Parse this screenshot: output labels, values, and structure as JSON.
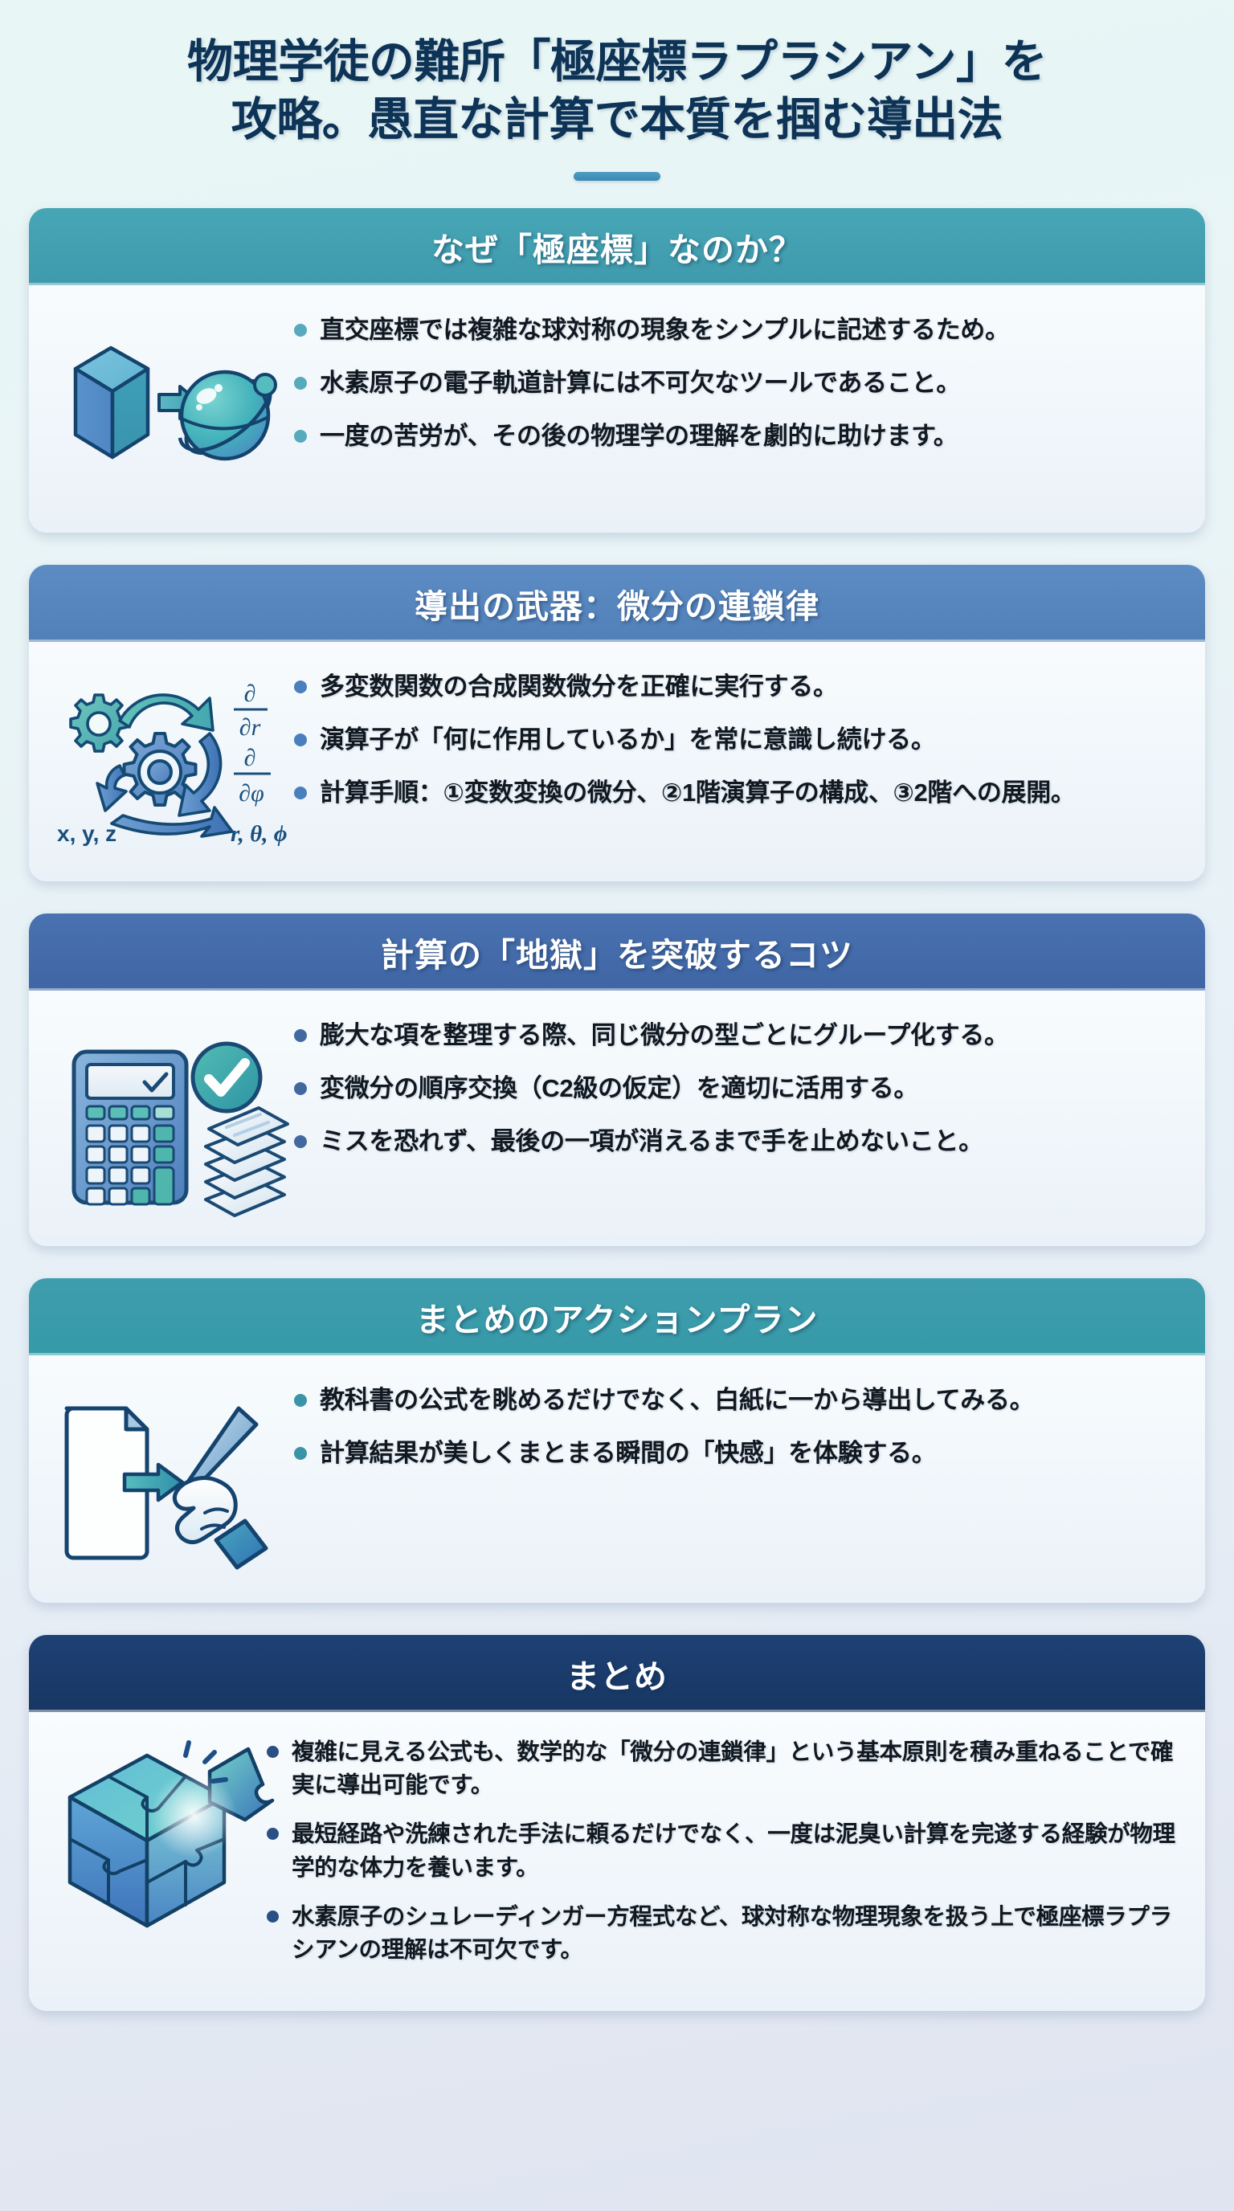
{
  "title": {
    "line1": "物理学徒の難所「極座標ラプラシアン」を",
    "line2": "攻略。愚直な計算で本質を掴む導出法"
  },
  "theme": {
    "title_color": "#0d3356",
    "rule_color": "#3d88b4",
    "page_bg_top": "#e8f6f5",
    "page_bg_bottom": "#dfe4f0"
  },
  "cards": [
    {
      "id": "why-polar",
      "heading": "なぜ「極座標」なのか？",
      "header_color": "#3f9fb0",
      "bullet_color": "#57a9bc",
      "icon": "cube-to-sphere-icon",
      "bullets": [
        "直交座標では複雑な球対称の現象をシンプルに記述するため。",
        "水素原子の電子軌道計算には不可欠なツールであること。",
        "一度の苦労が、その後の物理学の理解を劇的に助けます。"
      ]
    },
    {
      "id": "chain-rule",
      "heading": "導出の武器：微分の連鎖律",
      "header_color": "#5585bd",
      "bullet_color": "#4a7fbe",
      "icon": "gears-chain-rule-icon",
      "icon_labels": {
        "from": "x, y, z",
        "to": "r, θ, ϕ",
        "frac1_num": "∂",
        "frac1_den": "∂r",
        "frac2_num": "∂",
        "frac2_den": "∂φ"
      },
      "bullets": [
        "多変数関数の合成関数微分を正確に実行する。",
        "演算子が「何に作用しているか」を常に意識し続ける。",
        "計算手順：①変数変換の微分、②1階演算子の構成、③2階への展開。"
      ]
    },
    {
      "id": "calc-hell",
      "heading": "計算の「地獄」を突破するコツ",
      "header_color": "#4168a8",
      "bullet_color": "#41699f",
      "icon": "calculator-papers-check-icon",
      "bullets": [
        "膨大な項を整理する際、同じ微分の型ごとにグループ化する。",
        "変微分の順序交換（C2級の仮定）を適切に活用する。",
        "ミスを恐れず、最後の一項が消えるまで手を止めないこと。"
      ]
    },
    {
      "id": "action-plan",
      "heading": "まとめのアクションプラン",
      "header_color": "#3a97a8",
      "bullet_color": "#3a94a8",
      "icon": "paper-hand-pen-icon",
      "bullets": [
        "教科書の公式を眺めるだけでなく、白紙に一から導出してみる。",
        "計算結果が美しくまとまる瞬間の「快感」を体験する。"
      ]
    },
    {
      "id": "summary",
      "heading": "まとめ",
      "header_color": "#1b3a6b",
      "bullet_color": "#2a4f84",
      "icon": "puzzle-cube-icon",
      "bullets": [
        "複雑に見える公式も、数学的な「微分の連鎖律」という基本原則を積み重ねることで確実に導出可能です。",
        "最短経路や洗練された手法に頼るだけでなく、一度は泥臭い計算を完遂する経験が物理学的な体力を養います。",
        "水素原子のシュレーディンガー方程式など、球対称な物理現象を扱う上で極座標ラプラシアンの理解は不可欠です。"
      ]
    }
  ]
}
